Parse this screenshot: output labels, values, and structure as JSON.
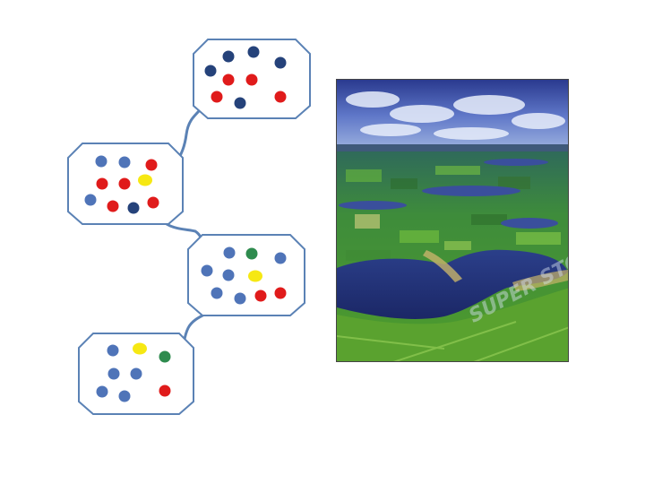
{
  "colors": {
    "navy": "#25427a",
    "steel_blue": "#4f74b8",
    "red": "#e01b1b",
    "yellow": "#f6e813",
    "green": "#2e8b4e",
    "outline": "#5b82b5",
    "connector": "#5b82b5"
  },
  "habitats": [
    {
      "name": "habitat-top",
      "particles": [
        "navy",
        "navy",
        "navy",
        "navy",
        "red",
        "red",
        "red",
        "red",
        "navy"
      ]
    },
    {
      "name": "habitat-upper-middle",
      "particles": [
        "steel_blue",
        "steel_blue",
        "red",
        "red",
        "red",
        "yellow",
        "steel_blue",
        "red",
        "navy",
        "red"
      ]
    },
    {
      "name": "habitat-lower-middle",
      "particles": [
        "steel_blue",
        "green",
        "steel_blue",
        "steel_blue",
        "steel_blue",
        "yellow",
        "steel_blue",
        "steel_blue",
        "red",
        "red"
      ]
    },
    {
      "name": "habitat-bottom",
      "particles": [
        "steel_blue",
        "yellow",
        "green",
        "steel_blue",
        "steel_blue",
        "steel_blue",
        "steel_blue",
        "red"
      ]
    }
  ],
  "photo": {
    "subject": "aerial-view-of-lakes-and-fields",
    "watermark_text": "SUPER STOCK"
  }
}
